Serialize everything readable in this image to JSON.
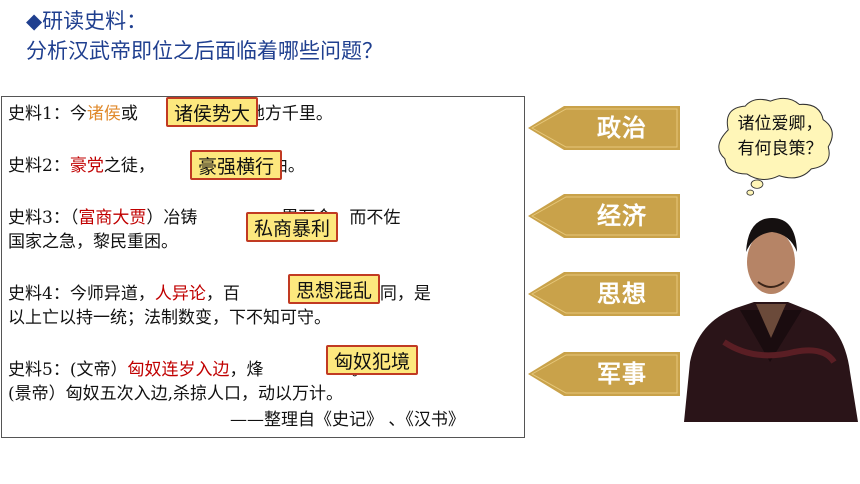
{
  "header": {
    "line1": "◆研读史料：",
    "line2": "分析汉武帝即位之后面临着哪些问题？"
  },
  "sources": {
    "s1": {
      "a": "史料1：今",
      "b": "诸侯",
      "c": "或",
      "d": "地方千里。"
    },
    "s2": {
      "a": "史料2：",
      "b": "豪党",
      "c": "之徒，",
      "d": "曲。"
    },
    "s3": {
      "a": "史料3：（",
      "b": "富商大贾",
      "c": "）冶铸",
      "d": "累万金，而不佐",
      "line2": "国家之急，黎民重困。"
    },
    "s4": {
      "a": "史料4：今师异道，",
      "b": "人异论",
      "c": "，百",
      "d": "意不同，是",
      "line2": "以上亡以持一统；法制数变，下不知可守。"
    },
    "s5": {
      "a": "史料5：(文帝）",
      "b": "匈奴连岁入边",
      "c": "，烽",
      "d": "。",
      "line2": "(景帝）匈奴五次入边,杀掠人口，动以万计。"
    },
    "source_note": "——整理自《史记》 、《汉书》"
  },
  "tags": {
    "t1": "诸侯势大",
    "t2": "豪强横行",
    "t3": "私商暴利",
    "t4": "思想混乱",
    "t5": "匈奴犯境"
  },
  "categories": [
    "政治",
    "经济",
    "思想",
    "军事"
  ],
  "bubble": {
    "line1": "诸位爱卿，",
    "line2": "有何良策？"
  },
  "colors": {
    "header": "#1f3f8f",
    "arrow": "#c9a24a",
    "tag_fill": "#fde87e",
    "tag_border": "#c13a22",
    "highlight_red": "#c00000"
  }
}
